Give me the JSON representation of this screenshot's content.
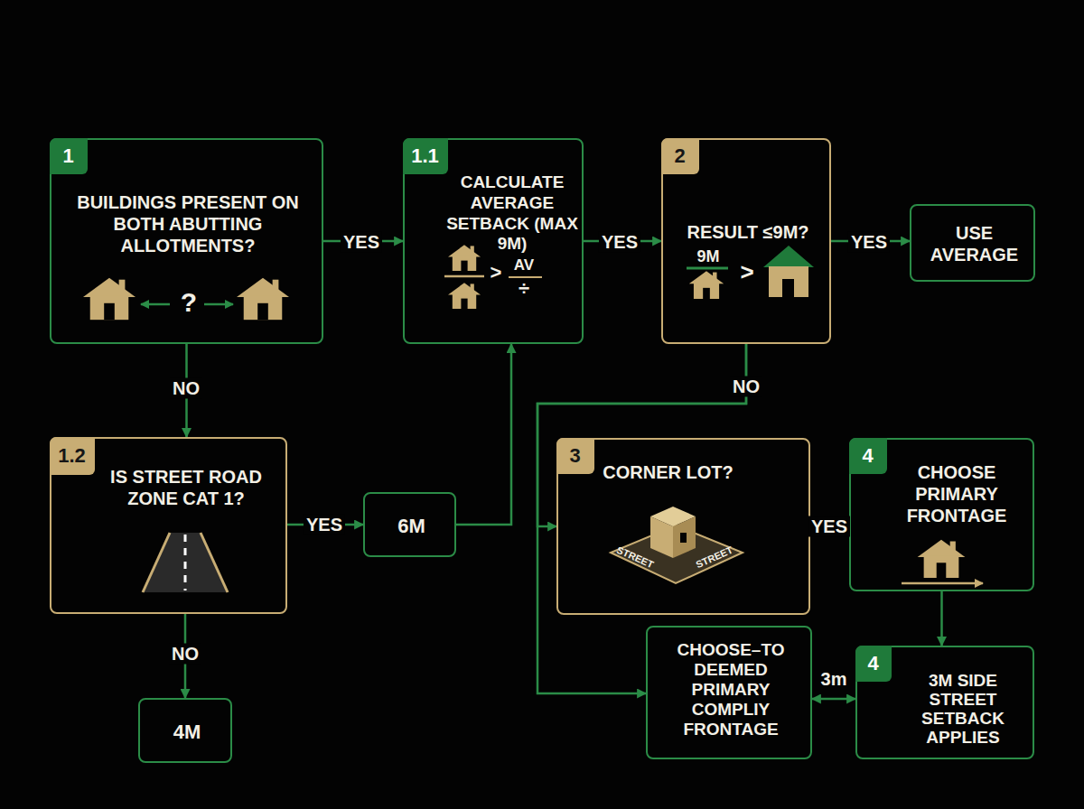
{
  "diagram": {
    "nodes": [
      {
        "text": [
          "1",
          "BUILDINGS PRESENT ON BOTH ABUTTING ALLOTMENTS?",
          "?"
        ]
      },
      {
        "text": [
          "1.1",
          "CALCULATE AVERAGE SETBACK (MAX 9M)",
          ">",
          "AV",
          "÷"
        ]
      },
      {
        "text": [
          "2",
          "RESULT ≤9M?",
          "9M",
          ">"
        ]
      },
      {
        "text": [
          "USE AVERAGE"
        ]
      },
      {
        "text": [
          "1.2",
          "IS STREET ROAD ZONE CAT 1?"
        ]
      },
      {
        "text": [
          "6M"
        ]
      },
      {
        "text": [
          "3",
          "CORNER LOT?",
          "STREET",
          "STREET"
        ]
      },
      {
        "text": [
          "4",
          "CHOOSE PRIMARY FRONTAGE"
        ]
      },
      {
        "text": [
          "4M"
        ]
      },
      {
        "text": [
          "CHOOSE–TO DEEMED PRIMARY COMPLIY FRONTAGE"
        ]
      },
      {
        "text": [
          "4",
          "3M SIDE STREET SETBACK APPLIES"
        ]
      }
    ],
    "edges": [
      {
        "from": 0,
        "to": 1,
        "arrow": "to",
        "label": "YES"
      },
      {
        "from": 1,
        "to": 2,
        "arrow": "to",
        "label": "YES"
      },
      {
        "from": 2,
        "to": 3,
        "arrow": "to",
        "label": "YES"
      },
      {
        "from": 0,
        "to": 4,
        "arrow": "to",
        "label": "NO"
      },
      {
        "from": 4,
        "to": 5,
        "arrow": "to",
        "label": "YES"
      },
      {
        "from": 5,
        "to": 1,
        "arrow": "to"
      },
      {
        "from": 4,
        "to": 8,
        "arrow": "to",
        "label": "NO"
      },
      {
        "from": 2,
        "to": 6,
        "arrow": "to",
        "label": "NO"
      },
      {
        "from": 2,
        "to": 9,
        "arrow": "to"
      },
      {
        "from": 6,
        "to": 7,
        "arrow": "to",
        "label": "YES"
      },
      {
        "from": 7,
        "to": 10,
        "arrow": "to"
      },
      {
        "from": 9,
        "to": 10,
        "arrow": "both",
        "label": "3m"
      }
    ]
  }
}
